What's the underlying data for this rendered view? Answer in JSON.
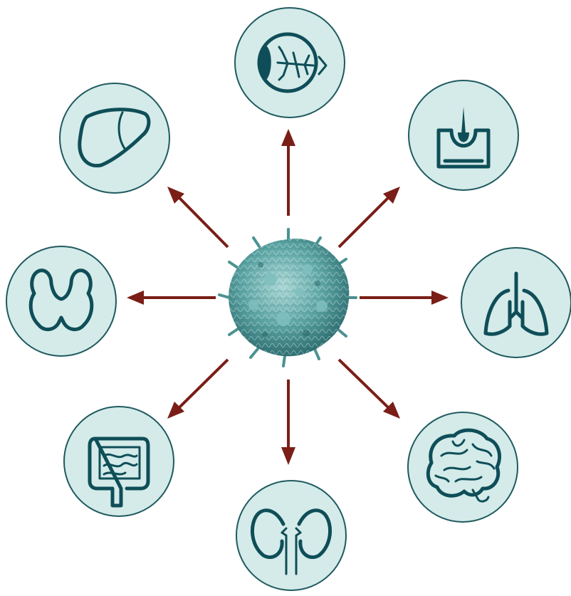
{
  "diagram": {
    "center": {
      "icon": "immune-cell-icon"
    },
    "organs": [
      {
        "id": "eye",
        "icon": "eye-icon"
      },
      {
        "id": "skin",
        "icon": "skin-hair-follicle-icon"
      },
      {
        "id": "lungs",
        "icon": "lungs-icon"
      },
      {
        "id": "brain",
        "icon": "brain-icon"
      },
      {
        "id": "kidneys",
        "icon": "kidneys-icon"
      },
      {
        "id": "intestine",
        "icon": "intestine-icon"
      },
      {
        "id": "thyroid",
        "icon": "thyroid-icon"
      },
      {
        "id": "liver",
        "icon": "liver-icon"
      }
    ],
    "colors": {
      "circle_fill": "#d4ebe9",
      "circle_stroke": "#1f5a5f",
      "organ_stroke": "#0f4e58",
      "arrow": "#7a1e17",
      "cell": "#5fa7a6"
    }
  }
}
